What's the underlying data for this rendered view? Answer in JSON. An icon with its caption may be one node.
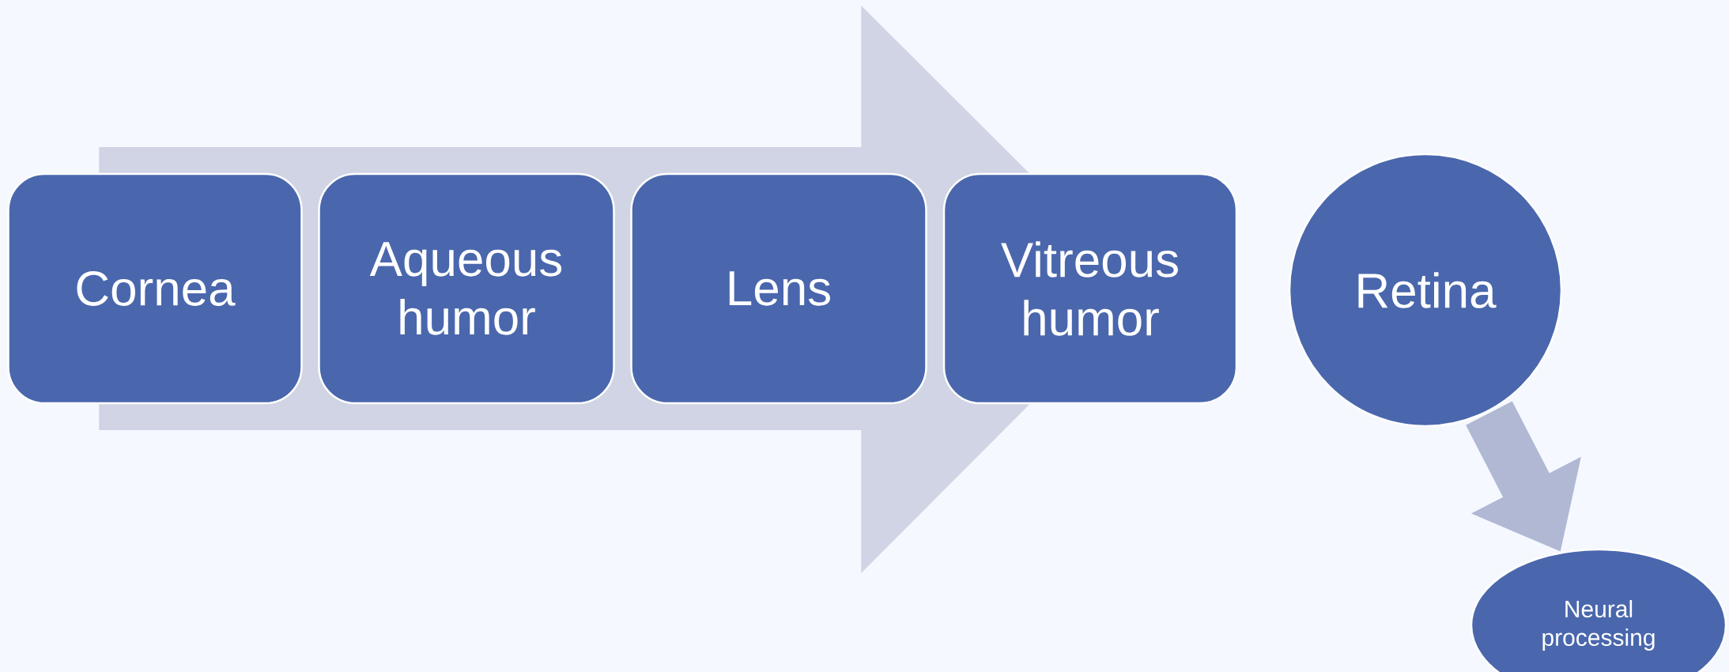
{
  "diagram": {
    "nodes": [
      {
        "text": [
          "Cornea"
        ]
      },
      {
        "text": [
          "Aqueous humor"
        ]
      },
      {
        "text": [
          "Lens"
        ]
      },
      {
        "text": [
          "Vitreous humor"
        ]
      },
      {
        "text": [
          "Retina"
        ]
      },
      {
        "text": [
          "Neural processing"
        ]
      }
    ],
    "edges": [
      {
        "from": 0,
        "to": 3,
        "arrow": "to",
        "color": "#d0d4e4"
      },
      {
        "from": 4,
        "to": 5,
        "arrow": "to",
        "color": "#b0b8d4"
      }
    ]
  }
}
